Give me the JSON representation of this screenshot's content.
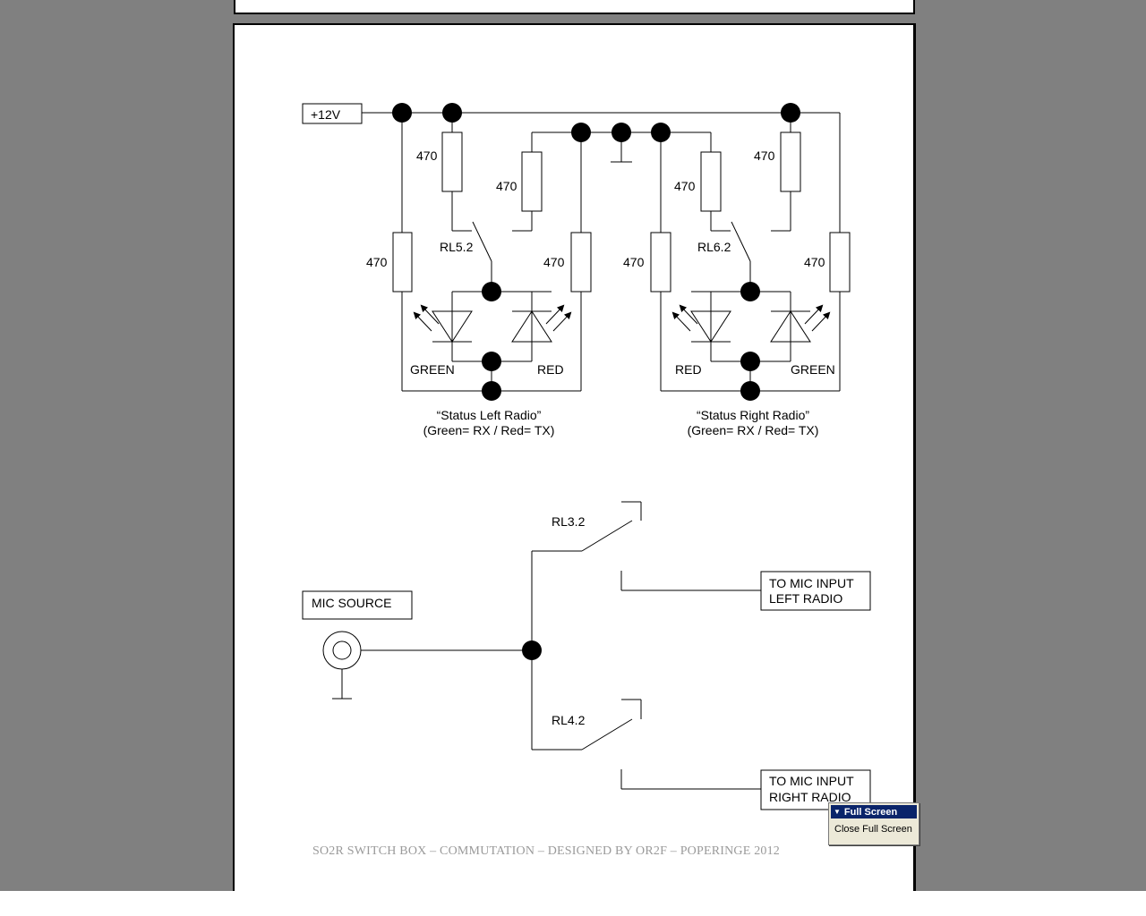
{
  "diagram": {
    "supply_label": "+12V",
    "resistor_value": "470",
    "relays": {
      "left_status": "RL5.2",
      "right_status": "RL6.2",
      "mic_left": "RL3.2",
      "mic_right": "RL4.2"
    },
    "led_labels": {
      "left_green": "GREEN",
      "left_red": "RED",
      "right_red": "RED",
      "right_green": "GREEN"
    },
    "status_left": {
      "line1": "“Status Left Radio”",
      "line2": "(Green= RX / Red= TX)"
    },
    "status_right": {
      "line1": "“Status Right Radio”",
      "line2": "(Green= RX / Red= TX)"
    },
    "mic_source_label": "MIC SOURCE",
    "mic_left_output": {
      "line1": "TO MIC INPUT",
      "line2": "LEFT RADIO"
    },
    "mic_right_output": {
      "line1": "TO MIC INPUT",
      "line2": "RIGHT RADIO"
    }
  },
  "footer_text": "SO2R SWITCH BOX – COMMUTATION – DESIGNED BY OR2F – POPERINGE 2012",
  "fullscreen_toolbar": {
    "title": "Full Screen",
    "close_label": "Close Full Screen"
  }
}
